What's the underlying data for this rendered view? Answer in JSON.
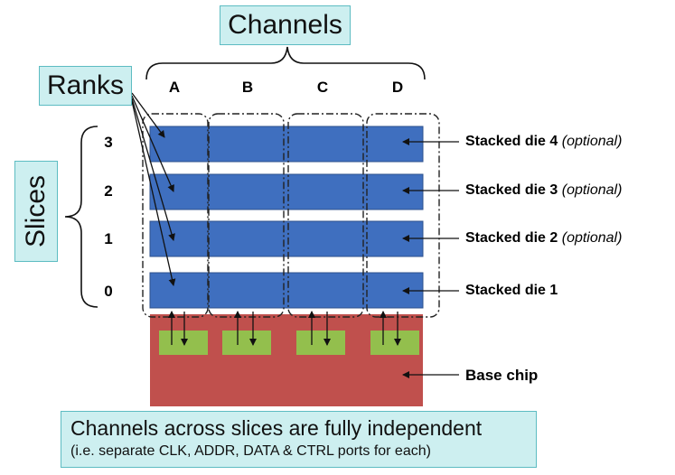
{
  "callouts": {
    "channels": "Channels",
    "ranks": "Ranks",
    "slices": "Slices",
    "note_line1": "Channels across slices are fully independent",
    "note_line2": "(i.e. separate CLK, ADDR, DATA & CTRL ports for each)"
  },
  "channel_letters": [
    "A",
    "B",
    "C",
    "D"
  ],
  "slice_numbers": [
    "3",
    "2",
    "1",
    "0"
  ],
  "dies": [
    {
      "name": "Stacked die 4",
      "qualifier": "(optional)"
    },
    {
      "name": "Stacked die 3",
      "qualifier": "(optional)"
    },
    {
      "name": "Stacked die 2",
      "qualifier": "(optional)"
    },
    {
      "name": "Stacked die 1",
      "qualifier": ""
    }
  ],
  "base_chip_label": "Base chip",
  "colors": {
    "die_fill": "#3f6fbf",
    "base_chip_fill": "#c0504d",
    "port_fill": "#93bf4d",
    "callout_fill": "#cdeff0",
    "callout_border": "#5dbcc2"
  }
}
